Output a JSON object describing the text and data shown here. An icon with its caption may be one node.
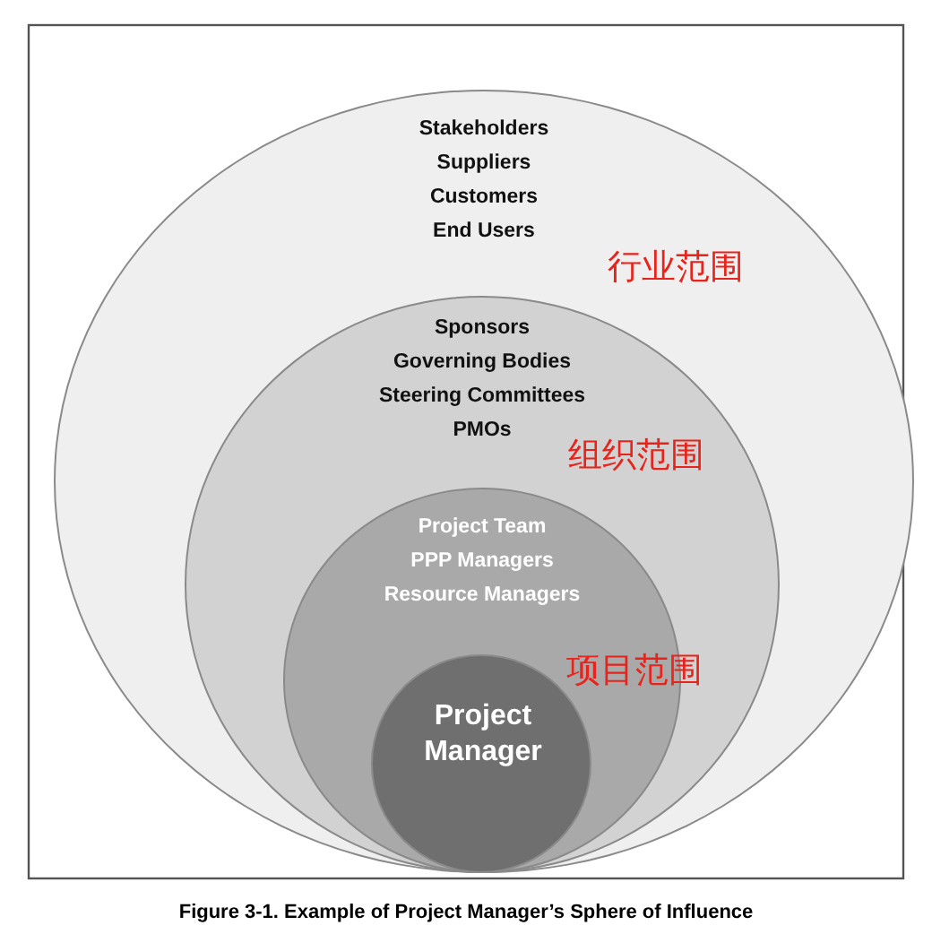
{
  "diagram": {
    "caption": "Figure 3-1. Example of Project Manager’s Sphere of Influence",
    "nodes": [
      {
        "text": [
          "Stakeholders",
          "Suppliers",
          "Customers",
          "End Users"
        ],
        "beside": [
          "行业范围"
        ]
      },
      {
        "text": [
          "Sponsors",
          "Governing Bodies",
          "Steering Committees",
          "PMOs"
        ],
        "beside": [
          "组织范围"
        ],
        "in": 0
      },
      {
        "text": [
          "Project Team",
          "PPP Managers",
          "Resource Managers"
        ],
        "beside": [
          "项目范围"
        ],
        "in": 1
      },
      {
        "text": [
          "Project Manager"
        ],
        "in": 2
      }
    ]
  }
}
